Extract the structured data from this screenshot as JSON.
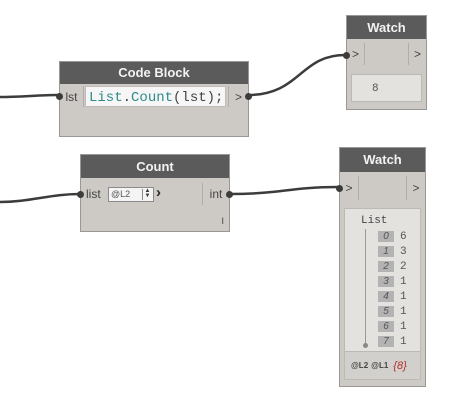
{
  "code_block": {
    "title": "Code Block",
    "input_port": "lst",
    "code_object": "List",
    "code_dot": ".",
    "code_method": "Count",
    "code_args": "(lst);",
    "output_port": ">"
  },
  "watch_top": {
    "title": "Watch",
    "input_port": ">",
    "output_port": ">",
    "value": "8"
  },
  "count_node": {
    "title": "Count",
    "input_port": "list",
    "level_value": "@L2",
    "output_port": "int",
    "lacing_marker": "I"
  },
  "watch_bottom": {
    "title": "Watch",
    "input_port": ">",
    "output_port": ">",
    "list_label": "List",
    "items": [
      {
        "index": "0",
        "value": "6"
      },
      {
        "index": "1",
        "value": "3"
      },
      {
        "index": "2",
        "value": "2"
      },
      {
        "index": "3",
        "value": "1"
      },
      {
        "index": "4",
        "value": "1"
      },
      {
        "index": "5",
        "value": "1"
      },
      {
        "index": "6",
        "value": "1"
      },
      {
        "index": "7",
        "value": "1"
      }
    ],
    "footer_level1": "@L2",
    "footer_level2": "@L1",
    "footer_count": "{8}"
  },
  "colors": {
    "node_body": "#cdcac5",
    "node_header": "#5b5b5b",
    "wire": "#3c3c3c",
    "code_keyword": "#2e8b8b",
    "count_brace": "#b5302d"
  }
}
